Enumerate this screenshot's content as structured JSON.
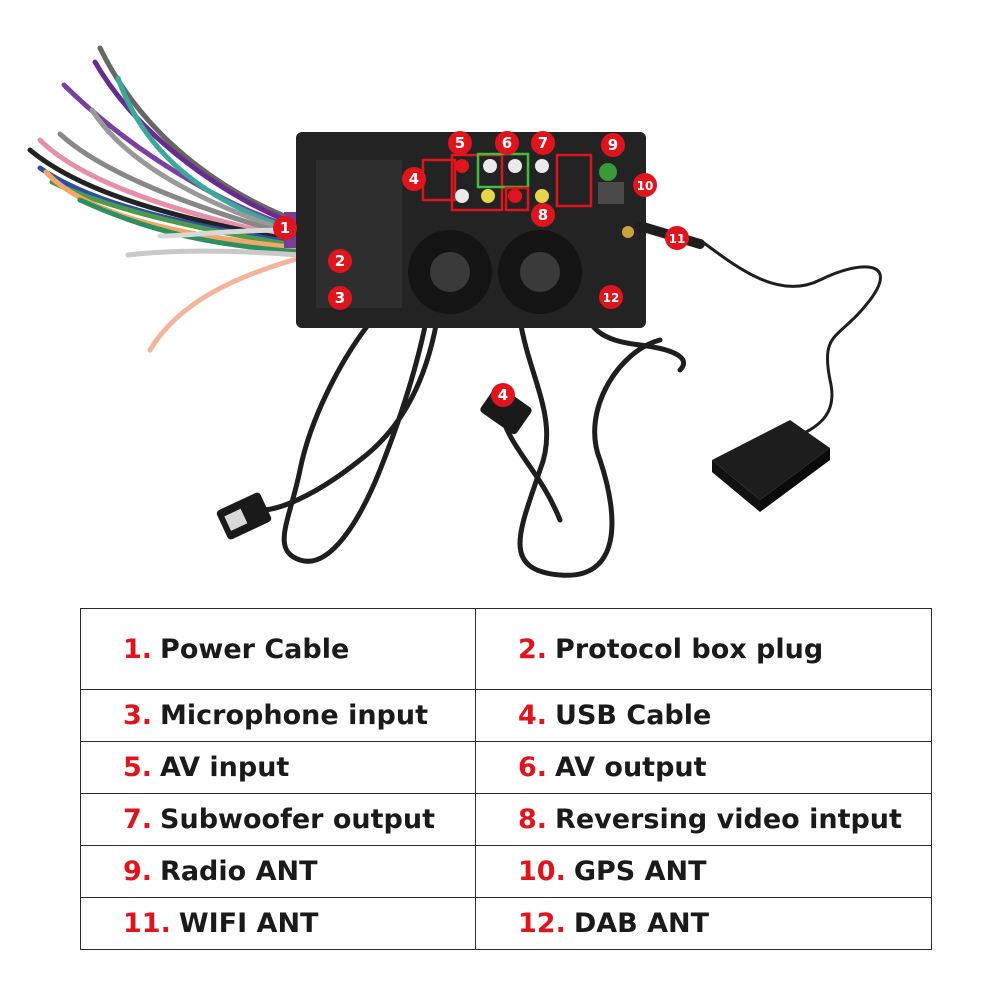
{
  "markers": [
    {
      "number": "1"
    },
    {
      "number": "2"
    },
    {
      "number": "3"
    },
    {
      "number": "4"
    },
    {
      "number": "4"
    },
    {
      "number": "5"
    },
    {
      "number": "6"
    },
    {
      "number": "7"
    },
    {
      "number": "8"
    },
    {
      "number": "9"
    },
    {
      "number": "10"
    },
    {
      "number": "11"
    },
    {
      "number": "12"
    }
  ],
  "colors": {
    "marker": "#e0141c",
    "highlight_red": "#e0141c",
    "highlight_green": "#3fbf3f",
    "unit": "#232323"
  },
  "legend": {
    "rows": [
      [
        {
          "num": "1.",
          "label": "Power Cable"
        },
        {
          "num": "2.",
          "label": "Protocol box plug"
        }
      ],
      [
        {
          "num": "3.",
          "label": "Microphone input"
        },
        {
          "num": "4.",
          "label": "USB Cable"
        }
      ],
      [
        {
          "num": "5.",
          "label": "AV input"
        },
        {
          "num": "6.",
          "label": "AV output"
        }
      ],
      [
        {
          "num": "7.",
          "label": "Subwoofer output"
        },
        {
          "num": "8.",
          "label": "Reversing video intput"
        }
      ],
      [
        {
          "num": "9.",
          "label": "Radio ANT"
        },
        {
          "num": "10.",
          "label": "GPS ANT"
        }
      ],
      [
        {
          "num": "11.",
          "label": "WIFI ANT"
        },
        {
          "num": "12.",
          "label": "DAB ANT"
        }
      ]
    ]
  }
}
